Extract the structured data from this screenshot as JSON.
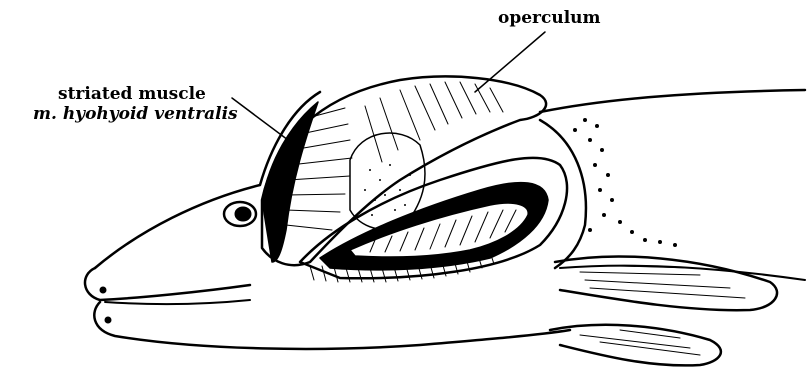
{
  "labels": {
    "operculum": "operculum",
    "muscle": "striated muscle",
    "muscle_latin": "m. hyohyoid ventralis"
  },
  "colors": {
    "ink": "#000000",
    "paper": "#ffffff"
  }
}
